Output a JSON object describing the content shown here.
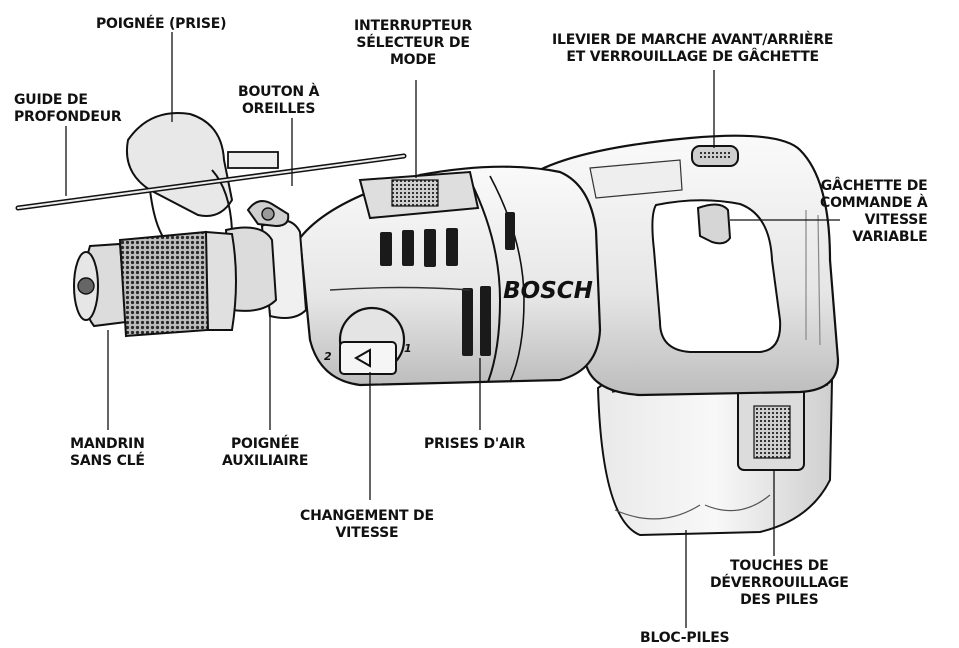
{
  "labels": {
    "handle": [
      "POIGNÉE (PRISE)"
    ],
    "depth_guide": [
      "GUIDE DE",
      "PROFONDEUR"
    ],
    "wing_button": [
      "BOUTON À",
      "OREILLES"
    ],
    "mode_switch": [
      "INTERRUPTEUR",
      "SÉLECTEUR DE",
      "MODE"
    ],
    "fwd_rev_lever": [
      "ILEVIER DE MARCHE AVANT/ARRIÈRE",
      "ET VERROUILLAGE  DE GÂCHETTE"
    ],
    "trigger": [
      "GÂCHETTE DE",
      "COMMANDE À",
      "VITESSE",
      "VARIABLE"
    ],
    "chuck": [
      "MANDRIN",
      "SANS CLÉ"
    ],
    "aux_handle": [
      "POIGNÉE",
      "AUXILIAIRE"
    ],
    "air_vents": [
      "PRISES D'AIR"
    ],
    "speed_change": [
      "CHANGEMENT DE",
      "VITESSE"
    ],
    "battery_release": [
      "TOUCHES DE",
      "DÉVERROUILLAGE",
      "DES PILES"
    ],
    "battery_pack": [
      "BLOC-PILES"
    ]
  },
  "brand": "BOSCH",
  "gear_selector": {
    "pos1": "1",
    "pos2": "2"
  },
  "colors": {
    "ink": "#111111",
    "body_light": "#f4f4f4",
    "body_mid": "#d9d9d9",
    "body_dark": "#9a9a9a"
  }
}
